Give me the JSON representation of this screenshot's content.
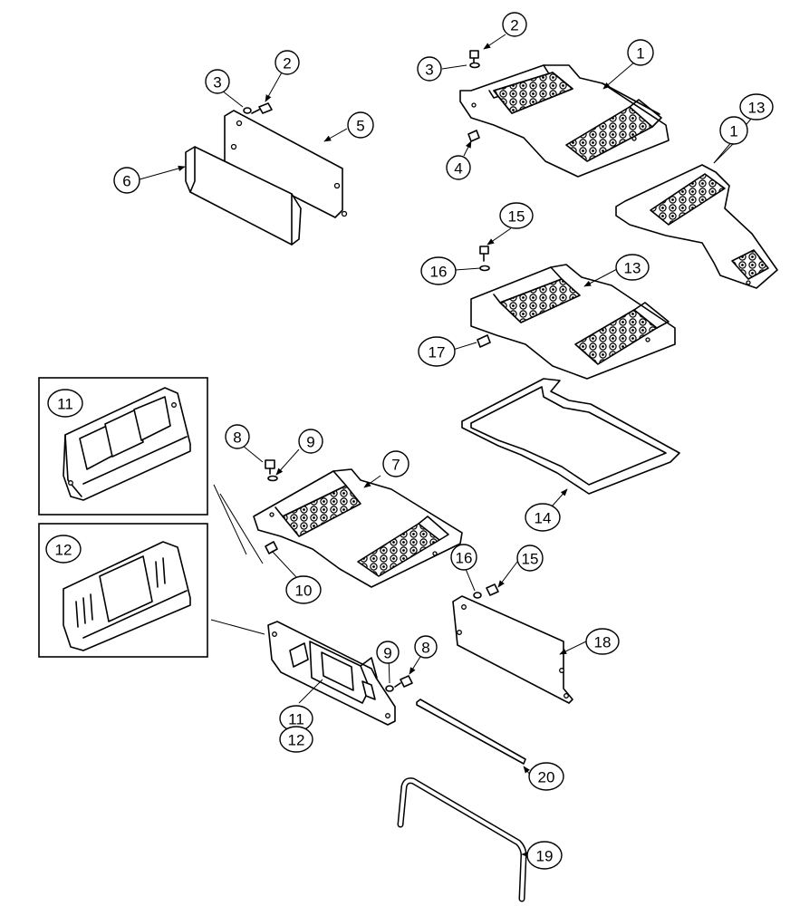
{
  "callouts": [
    {
      "id": "c1a",
      "text": "1"
    },
    {
      "id": "c2a",
      "text": "2"
    },
    {
      "id": "c3a",
      "text": "3"
    },
    {
      "id": "c4",
      "text": "4"
    },
    {
      "id": "c3b",
      "text": "3"
    },
    {
      "id": "c2b",
      "text": "2"
    },
    {
      "id": "c5",
      "text": "5"
    },
    {
      "id": "c6",
      "text": "6"
    },
    {
      "id": "c13a",
      "text": "13"
    },
    {
      "id": "c1b",
      "text": "1"
    },
    {
      "id": "c15a",
      "text": "15"
    },
    {
      "id": "c16a",
      "text": "16"
    },
    {
      "id": "c13b",
      "text": "13"
    },
    {
      "id": "c17",
      "text": "17"
    },
    {
      "id": "c14",
      "text": "14"
    },
    {
      "id": "c11a",
      "text": "11"
    },
    {
      "id": "c12a",
      "text": "12"
    },
    {
      "id": "c8a",
      "text": "8"
    },
    {
      "id": "c9a",
      "text": "9"
    },
    {
      "id": "c7",
      "text": "7"
    },
    {
      "id": "c10",
      "text": "10"
    },
    {
      "id": "c16b",
      "text": "16"
    },
    {
      "id": "c15b",
      "text": "15"
    },
    {
      "id": "c18",
      "text": "18"
    },
    {
      "id": "c9b",
      "text": "9"
    },
    {
      "id": "c8b",
      "text": "8"
    },
    {
      "id": "c11b",
      "text": "11"
    },
    {
      "id": "c12b",
      "text": "12"
    },
    {
      "id": "c20",
      "text": "20"
    },
    {
      "id": "c19",
      "text": "19"
    }
  ]
}
